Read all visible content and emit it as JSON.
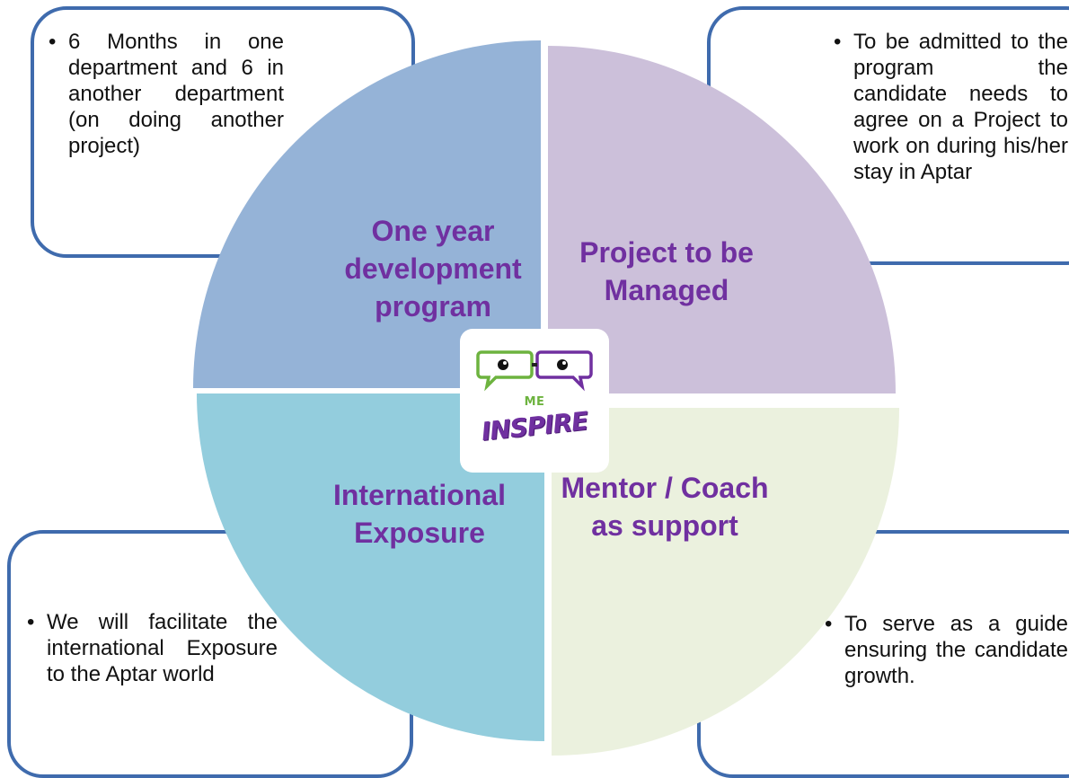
{
  "segments": [
    {
      "id": "tl",
      "label": "One year development program",
      "color": "#95b3d7",
      "note": "6 Months in one department and 6 in another department (on doing another project)"
    },
    {
      "id": "tr",
      "label": "Project to be Managed",
      "color": "#ccc0da",
      "note": "To be admitted to the program the candidate needs to agree on a Project to work on during his/her stay in Aptar"
    },
    {
      "id": "bl",
      "label": "International Exposure",
      "color": "#93cddd",
      "note": "We will facilitate the international Exposure to the Aptar world"
    },
    {
      "id": "br",
      "label": "Mentor / Coach as support",
      "color": "#ebf1de",
      "note": "To serve as a guide ensuring the candidate growth."
    }
  ],
  "logo": {
    "small": "ME",
    "word": "INSPIRE",
    "colors": {
      "green": "#6db33f",
      "purple": "#7030a0"
    }
  },
  "colors": {
    "label": "#7030a0",
    "border": "#3f6bad"
  }
}
